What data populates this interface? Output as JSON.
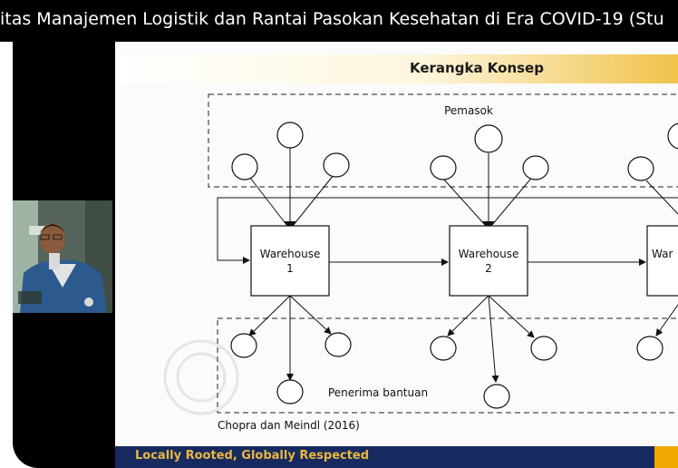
{
  "header": {
    "title": "itas Manajemen Logistik dan Rantai Pasokan Kesehatan di Era COVID-19 (Stu"
  },
  "slide": {
    "heading": "Kerangka Konsep",
    "supplier_label": "Pemasok",
    "receiver_label": "Penerima bantuan",
    "warehouses": [
      {
        "line1": "Warehouse",
        "line2": "1"
      },
      {
        "line1": "Warehouse",
        "line2": "2"
      },
      {
        "line1": "War",
        "line2": ""
      }
    ],
    "citation": "Chopra dan Meindl (2016)",
    "footer_tagline": "Locally Rooted, Globally Respected"
  },
  "colors": {
    "background": "#000000",
    "slide": "#fbfbfb",
    "footer": "#162a5f",
    "footer_text": "#e9b840",
    "header_accent": "#f0c24a"
  }
}
